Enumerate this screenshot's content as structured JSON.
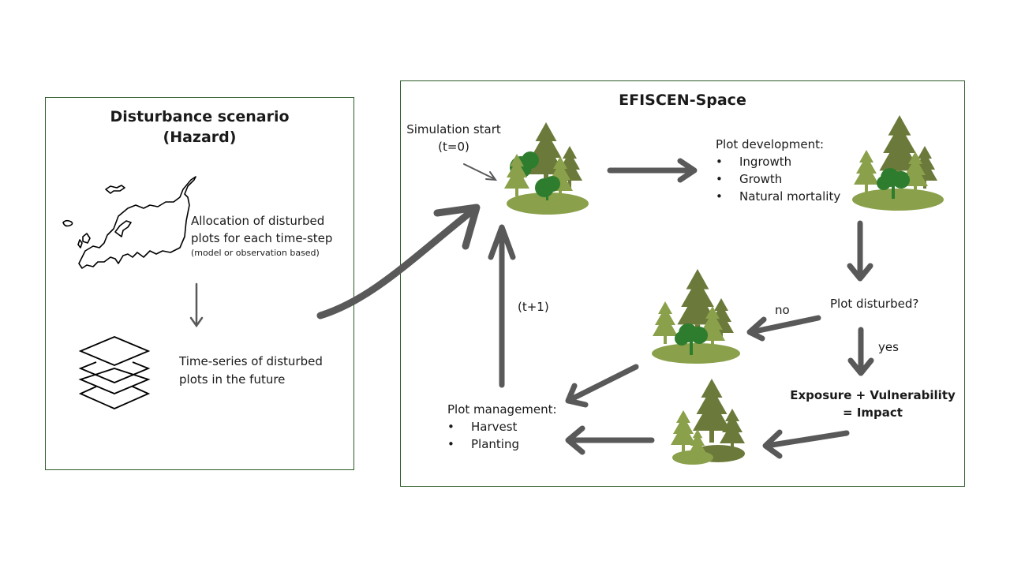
{
  "hazard_panel": {
    "title_line1": "Disturbance scenario",
    "title_line2": "(Hazard)",
    "allocation_line1": "Allocation of disturbed",
    "allocation_line2": "plots for each time-step",
    "allocation_note": "(model or observation based)",
    "timeseries_line1": "Time-series of disturbed",
    "timeseries_line2": "plots in the future",
    "icons": [
      "europe-map-icon",
      "layers-icon"
    ]
  },
  "model_panel": {
    "title": "EFISCEN-Space",
    "sim_start_line1": "Simulation start",
    "sim_start_line2": "(t=0)",
    "plot_development": {
      "heading": "Plot development:",
      "items": [
        "Ingrowth",
        "Growth",
        "Natural mortality"
      ]
    },
    "plot_disturbed": "Plot disturbed?",
    "no_label": "no",
    "yes_label": "yes",
    "impact_line1": "Exposure + Vulnerability",
    "impact_line2": "= Impact",
    "next_step_label": "(t+1)",
    "plot_management": {
      "heading": "Plot management:",
      "items": [
        "Harvest",
        "Planting"
      ]
    }
  },
  "colors": {
    "panel_border": "#2e5d2a",
    "arrow": "#595959",
    "tree_light": "#8aa04a",
    "tree_dark": "#6b7a3a",
    "tree_deciduous": "#2e7d2e"
  }
}
